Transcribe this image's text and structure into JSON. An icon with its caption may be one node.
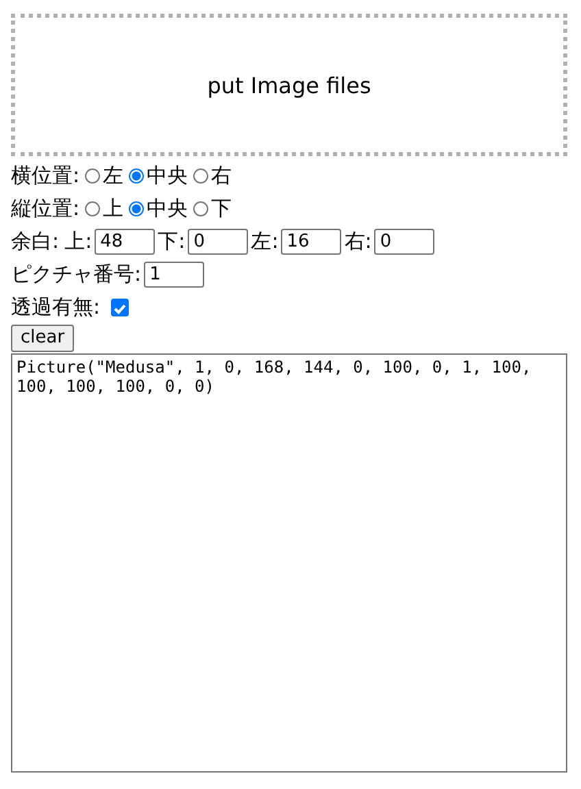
{
  "diagram": {
    "nodes": [
      {
        "text": [
          "put Image files"
        ]
      }
    ],
    "labels": [
      "横位置:",
      "左",
      "中央",
      "右",
      "縦位置:",
      "上",
      "中央",
      "下",
      "余白:",
      "上:",
      "48",
      "下:",
      "0",
      "左:",
      "16",
      "右:",
      "0",
      "ピクチャ番号:",
      "1",
      "透過有無:",
      "clear",
      "Picture(\"Medusa\", 1, 0, 168, 144, 0, 100, 0, 1, 100, 100, 100, 100, 0, 0)"
    ]
  }
}
